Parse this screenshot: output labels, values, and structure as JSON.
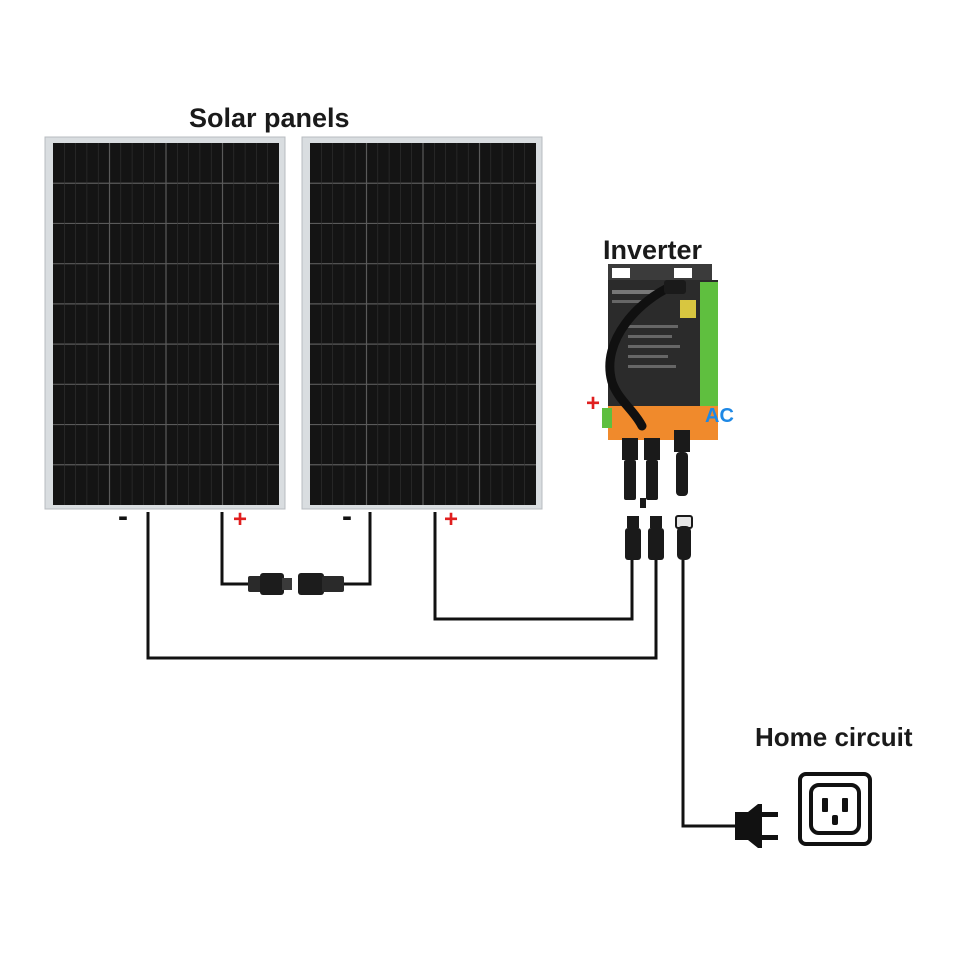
{
  "labels": {
    "solar_panels": "Solar panels",
    "inverter": "Inverter",
    "home_circuit": "Home circuit",
    "ac": "AC",
    "panel1_neg": "-",
    "panel1_pos": "+",
    "panel2_neg": "-",
    "panel2_pos": "+",
    "inverter_pos": "+"
  },
  "panels": {
    "rows": 9,
    "cols": 4,
    "count": 2
  },
  "colors": {
    "panel_frame": "#d9dde0",
    "cell": "#141414",
    "cell_line": "#5a5a5a",
    "wire": "#111111",
    "plus": "#e01e1e",
    "ac": "#1e88e5",
    "inverter_body": "#2b2b2b",
    "inverter_accent": "#f08a2c",
    "inverter_terminal": "#5fbf3f"
  },
  "icons": {
    "panel": "solar-panel-icon",
    "inverter": "micro-inverter-icon",
    "connector": "mc4-connector-icon",
    "plug": "power-plug-icon",
    "outlet": "wall-outlet-icon"
  }
}
